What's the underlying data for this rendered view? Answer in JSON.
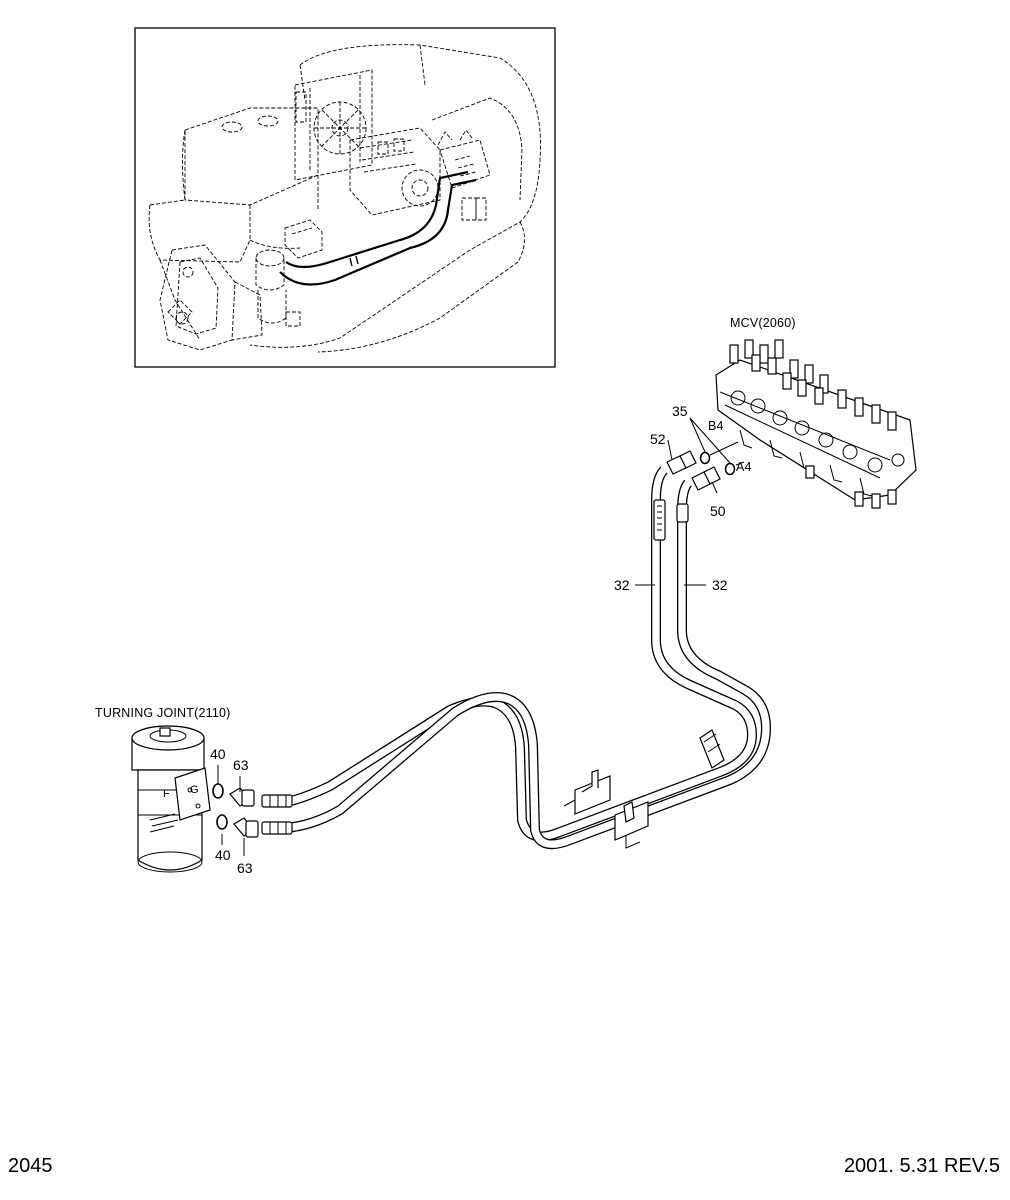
{
  "page_number": "2045",
  "revision": "2001. 5.31  REV.5",
  "components": {
    "mcv": "MCV(2060)",
    "turning_joint": "TURNING JOINT(2110)"
  },
  "ports": {
    "b4": "B4",
    "a4": "A4",
    "f": "F",
    "g": "G"
  },
  "callouts": {
    "c35": "35",
    "c52": "52",
    "c50": "50",
    "c32_left": "32",
    "c32_right": "32",
    "c40_top": "40",
    "c63_top": "63",
    "c40_bottom": "40",
    "c63_bottom": "63"
  }
}
